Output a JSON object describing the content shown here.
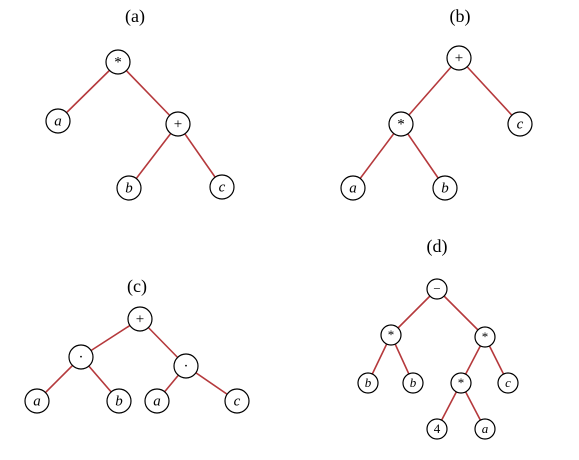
{
  "colors": {
    "edge": "#b5393c",
    "node_stroke": "#000000",
    "background": "#ffffff"
  },
  "trees": [
    {
      "caption": "(a)",
      "nodes": [
        {
          "id": "a-root",
          "label": "*"
        },
        {
          "id": "a-a",
          "label": "a",
          "italic": true
        },
        {
          "id": "a-plus",
          "label": "+"
        },
        {
          "id": "a-b",
          "label": "b",
          "italic": true
        },
        {
          "id": "a-c",
          "label": "c",
          "italic": true
        }
      ],
      "edges": [
        [
          "a-root",
          "a-a"
        ],
        [
          "a-root",
          "a-plus"
        ],
        [
          "a-plus",
          "a-b"
        ],
        [
          "a-plus",
          "a-c"
        ]
      ]
    },
    {
      "caption": "(b)",
      "nodes": [
        {
          "id": "b-root",
          "label": "+"
        },
        {
          "id": "b-star",
          "label": "*"
        },
        {
          "id": "b-c",
          "label": "c",
          "italic": true
        },
        {
          "id": "b-a",
          "label": "a",
          "italic": true
        },
        {
          "id": "b-b",
          "label": "b",
          "italic": true
        }
      ],
      "edges": [
        [
          "b-root",
          "b-star"
        ],
        [
          "b-root",
          "b-c"
        ],
        [
          "b-star",
          "b-a"
        ],
        [
          "b-star",
          "b-b"
        ]
      ]
    },
    {
      "caption": "(c)",
      "nodes": [
        {
          "id": "c-root",
          "label": "+"
        },
        {
          "id": "c-dot1",
          "label": "·"
        },
        {
          "id": "c-dot2",
          "label": "·"
        },
        {
          "id": "c-a1",
          "label": "a",
          "italic": true
        },
        {
          "id": "c-b",
          "label": "b",
          "italic": true
        },
        {
          "id": "c-a2",
          "label": "a",
          "italic": true
        },
        {
          "id": "c-c",
          "label": "c",
          "italic": true
        }
      ],
      "edges": [
        [
          "c-root",
          "c-dot1"
        ],
        [
          "c-root",
          "c-dot2"
        ],
        [
          "c-dot1",
          "c-a1"
        ],
        [
          "c-dot1",
          "c-b"
        ],
        [
          "c-dot2",
          "c-a2"
        ],
        [
          "c-dot2",
          "c-c"
        ]
      ]
    },
    {
      "caption": "(d)",
      "nodes": [
        {
          "id": "d-root",
          "label": "−"
        },
        {
          "id": "d-star1",
          "label": "*"
        },
        {
          "id": "d-star2",
          "label": "*"
        },
        {
          "id": "d-b1",
          "label": "b",
          "italic": true
        },
        {
          "id": "d-b2",
          "label": "b",
          "italic": true
        },
        {
          "id": "d-star3",
          "label": "*"
        },
        {
          "id": "d-c",
          "label": "c",
          "italic": true
        },
        {
          "id": "d-4",
          "label": "4"
        },
        {
          "id": "d-a",
          "label": "a",
          "italic": true
        }
      ],
      "edges": [
        [
          "d-root",
          "d-star1"
        ],
        [
          "d-root",
          "d-star2"
        ],
        [
          "d-star1",
          "d-b1"
        ],
        [
          "d-star1",
          "d-b2"
        ],
        [
          "d-star2",
          "d-star3"
        ],
        [
          "d-star2",
          "d-c"
        ],
        [
          "d-star3",
          "d-4"
        ],
        [
          "d-star3",
          "d-a"
        ]
      ]
    }
  ]
}
